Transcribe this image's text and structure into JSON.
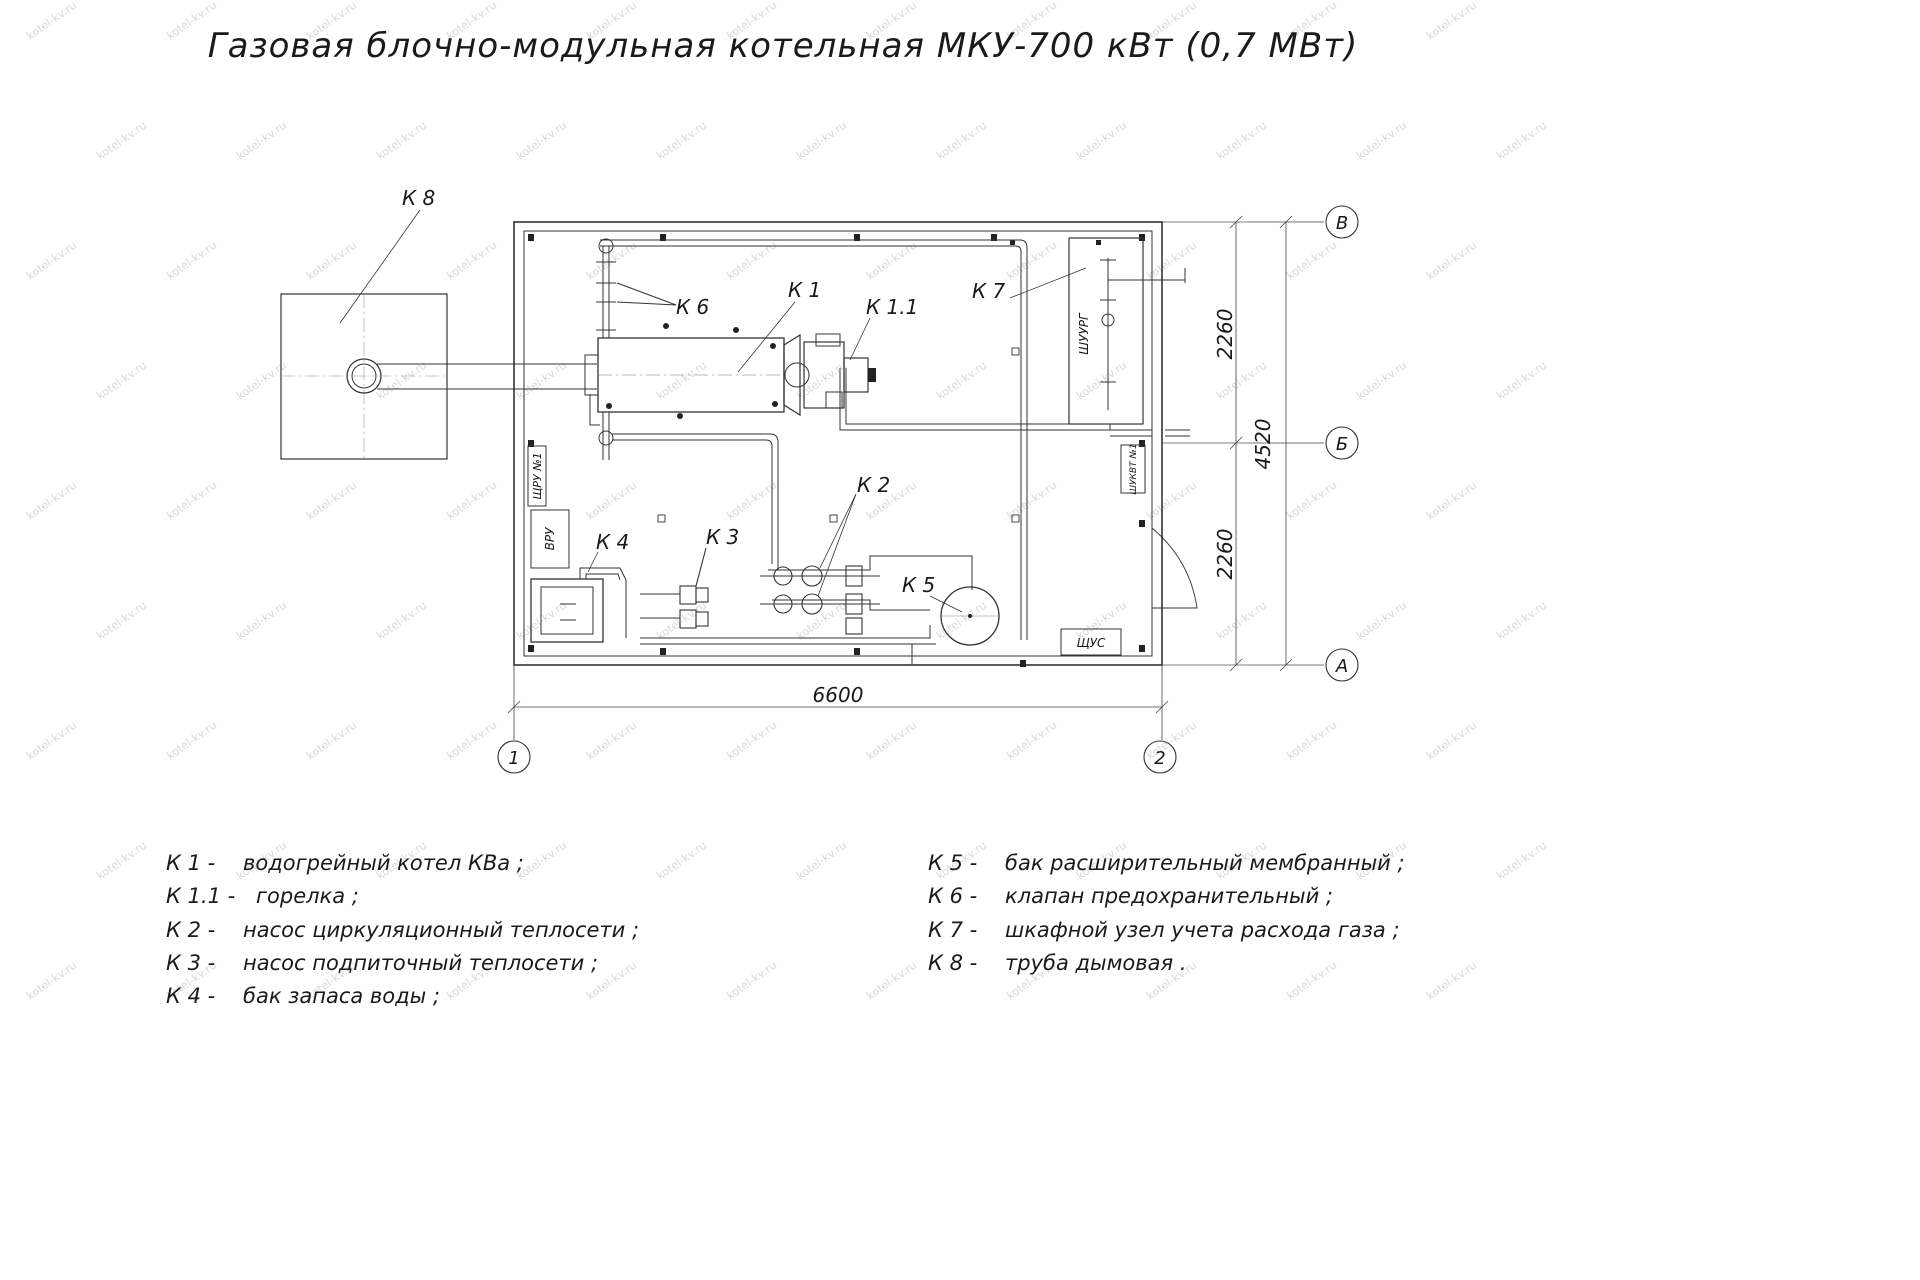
{
  "title": "Газовая блочно-модульная котельная МКУ-700 кВт (0,7 МВт)",
  "callouts": {
    "k1": "К 1",
    "k1_1": "К 1.1",
    "k2": "К 2",
    "k3": "К 3",
    "k4": "К 4",
    "k5": "К 5",
    "k6": "К 6",
    "k7": "К 7",
    "k8": "К 8"
  },
  "panels": {
    "shchru": "ЩРУ №1",
    "vru": "ВРУ",
    "shuurg": "ШУУРГ",
    "shukvt": "ШУКВТ №1",
    "shchus": "ЩУС"
  },
  "dimensions": {
    "width": "6600",
    "total_depth": "4520",
    "upper_depth": "2260",
    "lower_depth": "2260"
  },
  "axes": {
    "row_v": "В",
    "row_b": "Б",
    "row_a": "А",
    "col_1": "1",
    "col_2": "2"
  },
  "legend_left": [
    {
      "code": "К 1 -",
      "text": "водогрейный котел КВа ;"
    },
    {
      "code": "К 1.1 -",
      "text": "горелка ;"
    },
    {
      "code": "К 2 -",
      "text": "насос циркуляционный теплосети ;"
    },
    {
      "code": "К 3 -",
      "text": "насос подпиточный теплосети ;"
    },
    {
      "code": "К 4 -",
      "text": "бак запаса воды ;"
    }
  ],
  "legend_right": [
    {
      "code": "К 5 -",
      "text": "бак расширительный мембранный ;"
    },
    {
      "code": "К 6 -",
      "text": "клапан предохранительный ;"
    },
    {
      "code": "К 7 -",
      "text": "шкафной узел учета расхода газа ;"
    },
    {
      "code": "К 8 -",
      "text": "труба дымовая ."
    }
  ],
  "watermark": "kotel-kv.ru"
}
